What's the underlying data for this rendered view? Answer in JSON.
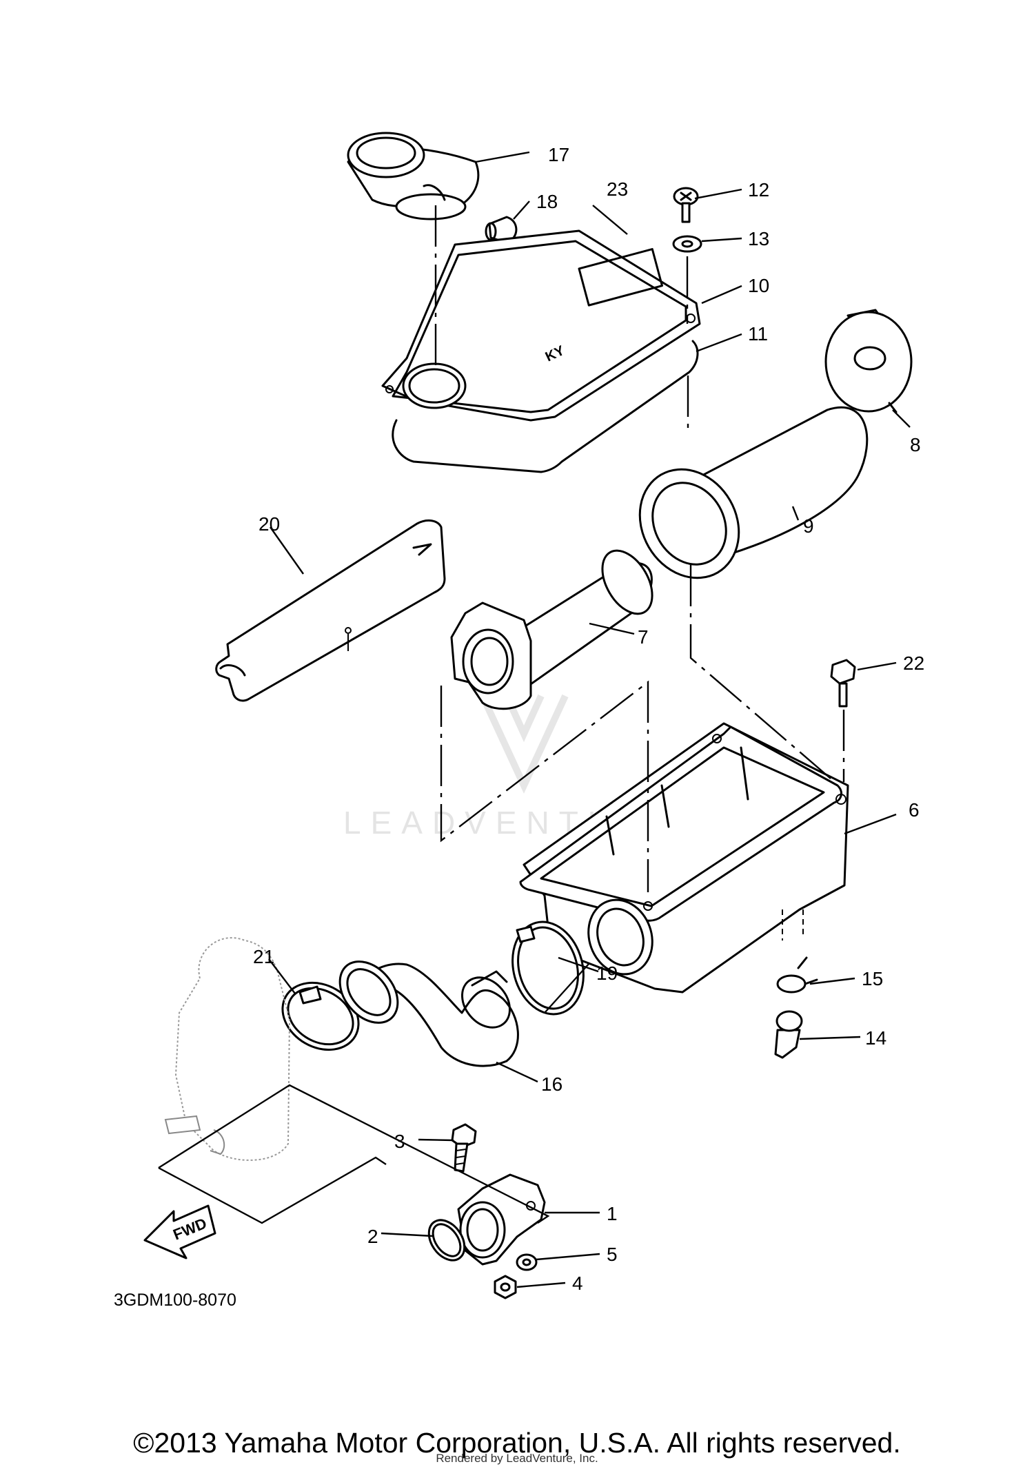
{
  "diagram": {
    "part_code": "3GDM100-8070",
    "fwd_label": "FWD",
    "watermark": "LEADVENTURE",
    "callouts": [
      {
        "id": "1",
        "label": "1"
      },
      {
        "id": "2",
        "label": "2"
      },
      {
        "id": "3",
        "label": "3"
      },
      {
        "id": "4",
        "label": "4"
      },
      {
        "id": "5",
        "label": "5"
      },
      {
        "id": "6",
        "label": "6"
      },
      {
        "id": "7",
        "label": "7"
      },
      {
        "id": "8",
        "label": "8"
      },
      {
        "id": "9",
        "label": "9"
      },
      {
        "id": "10",
        "label": "10"
      },
      {
        "id": "11",
        "label": "11"
      },
      {
        "id": "12",
        "label": "12"
      },
      {
        "id": "13",
        "label": "13"
      },
      {
        "id": "14",
        "label": "14"
      },
      {
        "id": "15",
        "label": "15"
      },
      {
        "id": "16",
        "label": "16"
      },
      {
        "id": "17",
        "label": "17"
      },
      {
        "id": "18",
        "label": "18"
      },
      {
        "id": "19",
        "label": "19"
      },
      {
        "id": "20",
        "label": "20"
      },
      {
        "id": "21",
        "label": "21"
      },
      {
        "id": "22",
        "label": "22"
      },
      {
        "id": "23",
        "label": "23"
      }
    ]
  },
  "footer": {
    "copyright": "©2013 Yamaha Motor Corporation, U.S.A. All rights reserved.",
    "rendered_by": "Rendered by LeadVenture, Inc."
  }
}
